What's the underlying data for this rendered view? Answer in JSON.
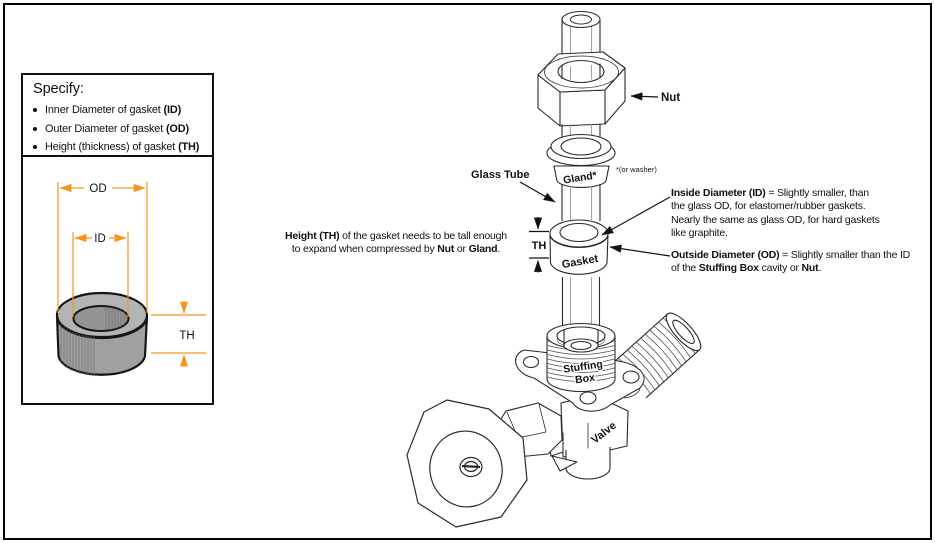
{
  "colors": {
    "accent_orange": "#F7941D",
    "line": "#1f1f1f"
  },
  "spec_panel": {
    "title": "Specify:",
    "items": [
      {
        "text": "Inner Diameter of gasket ",
        "bold": "(ID)"
      },
      {
        "text": "Outer Diameter of gasket ",
        "bold": "(OD)"
      },
      {
        "text": "Height (thickness) of gasket ",
        "bold": "(TH)"
      }
    ],
    "dim_labels": {
      "od": "OD",
      "id": "ID",
      "th": "TH"
    }
  },
  "diagram": {
    "part_labels": {
      "nut": "Nut",
      "glass_tube": "Glass Tube",
      "gland": "Gland*",
      "or_washer": "*(or washer)",
      "gasket": "Gasket",
      "th": "TH",
      "stuffing_box_line1": "Stuffing",
      "stuffing_box_line2": "Box",
      "valve": "Valve"
    },
    "notes": {
      "inside": {
        "b1": "Inside Diameter (ID)",
        "r1": " = Slightly smaller, than",
        "l2": "the glass OD, for elastomer/rubber gaskets.",
        "l3": "Nearly the same as glass OD, for hard gaskets",
        "l4": "like graphite."
      },
      "outside": {
        "b1": "Outside Diameter (OD)",
        "r1": " = Slightly smaller than the ID",
        "l2a": "of the ",
        "l2b": "Stuffing Box",
        "l2c": " cavity or ",
        "l2d": "Nut",
        "l2e": "."
      },
      "height": {
        "b1": "Height (TH)",
        "r1": " of the gasket needs to be tall enough",
        "l2a": "to expand when compressed by ",
        "l2b": "Nut",
        "l2c": " or ",
        "l2d": "Gland",
        "l2e": "."
      }
    }
  }
}
